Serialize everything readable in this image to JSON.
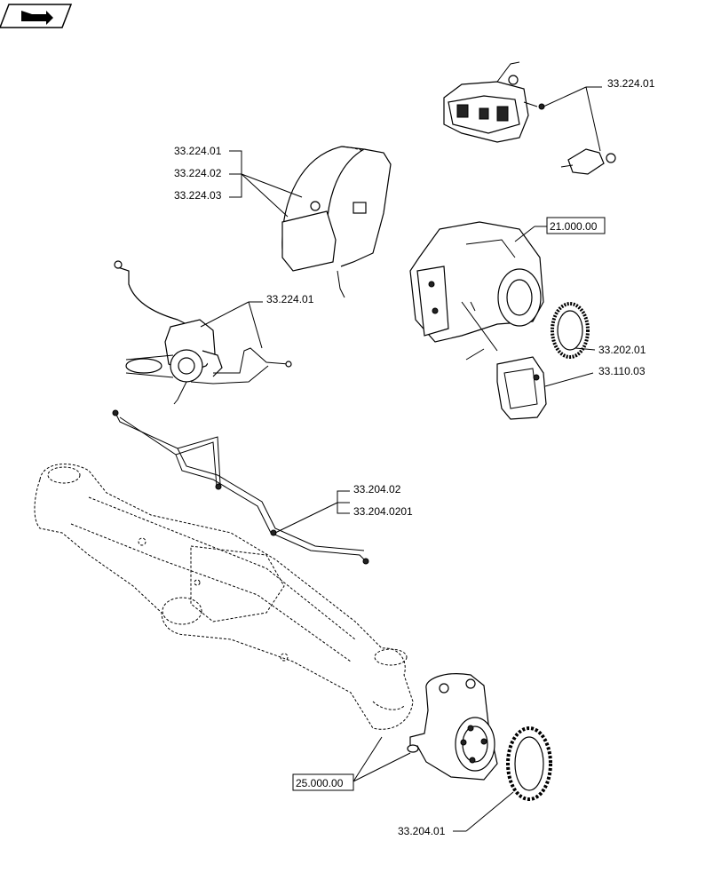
{
  "icon": {
    "name": "navigation-arrow-icon"
  },
  "callouts": {
    "c1": "33.224.01",
    "c2a": "33.224.01",
    "c2b": "33.224.02",
    "c2c": "33.224.03",
    "c3": "21.000.00",
    "c4": "33.224.01",
    "c5": "33.202.01",
    "c6": "33.110.03",
    "c7a": "33.204.02",
    "c7b": "33.204.0201",
    "c8": "25.000.00",
    "c9": "33.204.01"
  }
}
